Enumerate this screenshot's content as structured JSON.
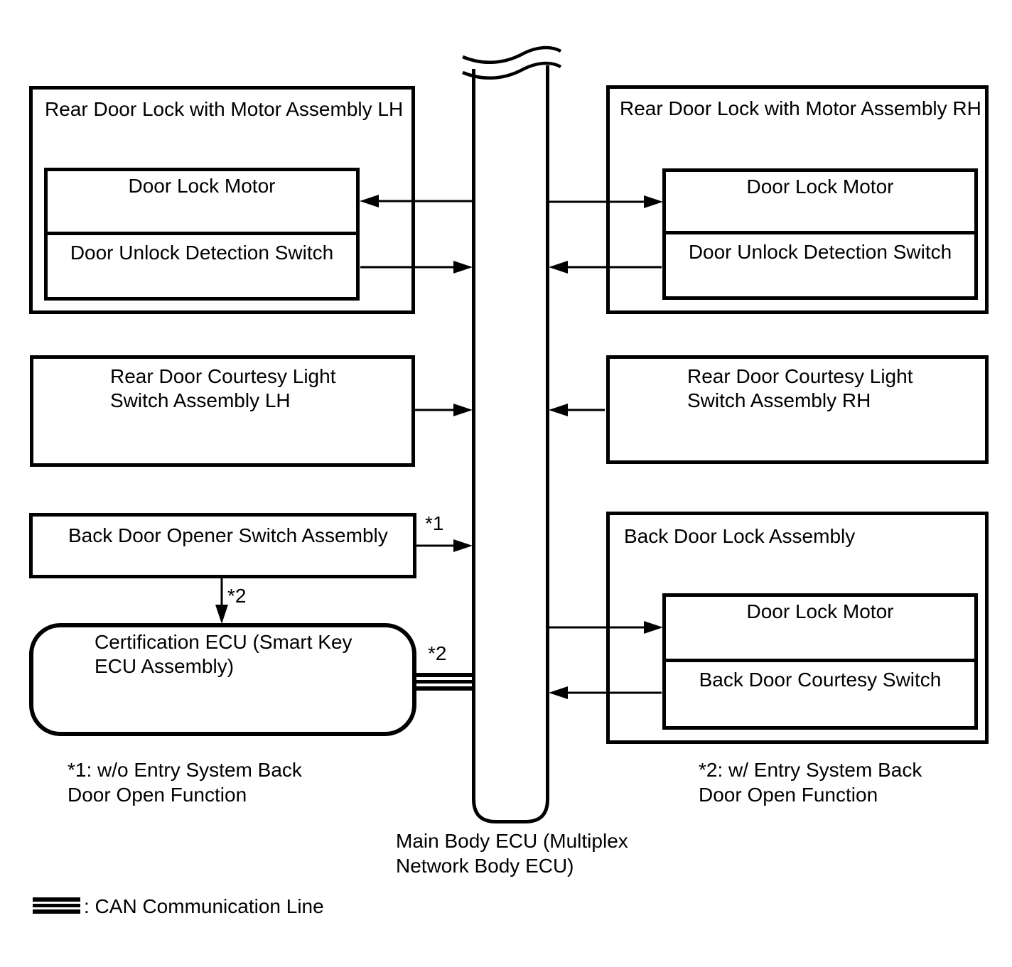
{
  "diagram": {
    "colors": {
      "line": "#000000",
      "background": "#ffffff"
    },
    "blocks": {
      "rear_door_lock_lh": {
        "title": "Rear Door Lock with Motor Assembly LH",
        "motor": "Door Lock Motor",
        "unlock_switch": "Door Unlock Detection Switch"
      },
      "rear_door_lock_rh": {
        "title": "Rear Door Lock with Motor Assembly RH",
        "motor": "Door Lock Motor",
        "unlock_switch": "Door Unlock Detection Switch"
      },
      "rear_door_courtesy_lh": {
        "title": "Rear Door Courtesy Light\nSwitch Assembly LH"
      },
      "rear_door_courtesy_rh": {
        "title": "Rear Door Courtesy Light\nSwitch Assembly RH"
      },
      "back_door_opener": {
        "title": "Back Door Opener Switch Assembly"
      },
      "certification_ecu": {
        "title": "Certification ECU (Smart Key\nECU Assembly)"
      },
      "back_door_lock": {
        "title": "Back Door Lock Assembly",
        "motor": "Door Lock Motor",
        "courtesy_switch": "Back Door Courtesy Switch"
      }
    },
    "bus": {
      "label": "Main Body ECU (Multiplex\nNetwork Body ECU)"
    },
    "annotations": {
      "star1": "*1",
      "star2_down": "*2",
      "star2_can": "*2",
      "footnote_left": "*1: w/o Entry System Back\nDoor Open Function",
      "footnote_right": "*2: w/ Entry System Back\nDoor Open Function"
    },
    "legend": {
      "label": ": CAN Communication Line"
    }
  }
}
